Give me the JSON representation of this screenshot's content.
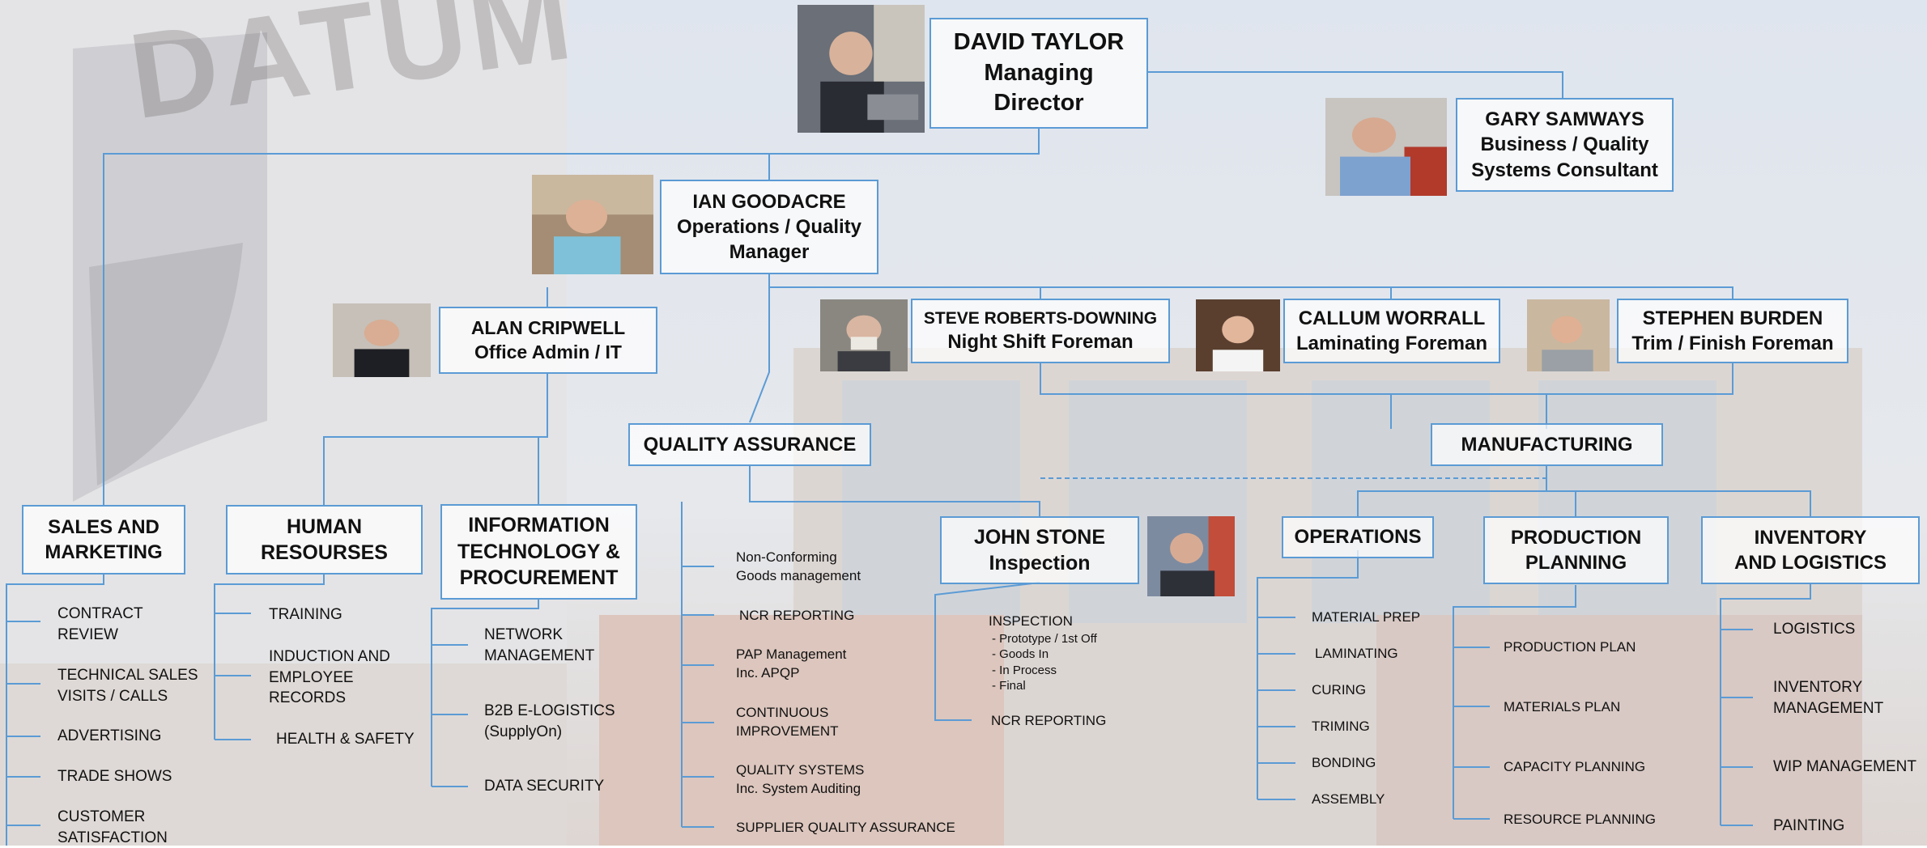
{
  "background": {
    "logo_text": "DATUM"
  },
  "people": {
    "david": {
      "name": "DAVID TAYLOR",
      "title_1": "Managing",
      "title_2": "Director"
    },
    "gary": {
      "name": "GARY SAMWAYS",
      "title_1": "Business / Quality",
      "title_2": "Systems Consultant"
    },
    "ian": {
      "name": "IAN GOODACRE",
      "title_1": "Operations / Quality",
      "title_2": "Manager"
    },
    "alan": {
      "name": "ALAN CRIPWELL",
      "title": "Office Admin / IT"
    },
    "steve": {
      "name": "STEVE ROBERTS-DOWNING",
      "title": "Night Shift Foreman"
    },
    "callum": {
      "name": "CALLUM WORRALL",
      "title": "Laminating Foreman"
    },
    "stephen": {
      "name": "STEPHEN BURDEN",
      "title": "Trim / Finish Foreman"
    },
    "john": {
      "name": "JOHN STONE",
      "title": "Inspection"
    }
  },
  "departments": {
    "quality": "QUALITY ASSURANCE",
    "manufacturing": "MANUFACTURING",
    "sales_1": "SALES AND",
    "sales_2": "MARKETING",
    "hr_1": "HUMAN",
    "hr_2": "RESOURSES",
    "it_1": "INFORMATION",
    "it_2": "TECHNOLOGY &",
    "it_3": "PROCUREMENT",
    "operations": "OPERATIONS",
    "production_1": "PRODUCTION",
    "production_2": "PLANNING",
    "inventory_1": "INVENTORY",
    "inventory_2": "AND LOGISTICS"
  },
  "lists": {
    "sales": [
      {
        "l1": "CONTRACT",
        "l2": "REVIEW"
      },
      {
        "l1": "TECHNICAL SALES",
        "l2": "VISITS / CALLS"
      },
      {
        "l1": "ADVERTISING"
      },
      {
        "l1": "TRADE SHOWS"
      },
      {
        "l1": "CUSTOMER",
        "l2": "SATISFACTION"
      }
    ],
    "hr": [
      {
        "l1": "TRAINING"
      },
      {
        "l1": "INDUCTION AND",
        "l2": "EMPLOYEE",
        "l3": "RECORDS"
      },
      {
        "l1": "HEALTH & SAFETY"
      }
    ],
    "it": [
      {
        "l1": "NETWORK",
        "l2": "MANAGEMENT"
      },
      {
        "l1": "B2B E-LOGISTICS",
        "l2": "(SupplyOn)"
      },
      {
        "l1": "DATA SECURITY"
      }
    ],
    "quality": [
      {
        "l1": "Non-Conforming",
        "l2": "Goods management"
      },
      {
        "l1": "NCR REPORTING"
      },
      {
        "l1": "PAP Management",
        "l2": "Inc. APQP"
      },
      {
        "l1": "CONTINUOUS",
        "l2": "IMPROVEMENT"
      },
      {
        "l1": "QUALITY SYSTEMS",
        "l2": "Inc. System Auditing"
      },
      {
        "l1": "SUPPLIER QUALITY ASSURANCE"
      }
    ],
    "inspection": {
      "title": "INSPECTION",
      "subs": [
        "- Prototype / 1st Off",
        "- Goods In",
        "- In Process",
        "- Final"
      ],
      "ncr": "NCR REPORTING"
    },
    "operations": [
      "MATERIAL PREP",
      "LAMINATING",
      "CURING",
      "TRIMING",
      "BONDING",
      "ASSEMBLY"
    ],
    "production": [
      "PRODUCTION PLAN",
      "MATERIALS PLAN",
      "CAPACITY PLANNING",
      "RESOURCE PLANNING"
    ],
    "inventory": [
      {
        "l1": "LOGISTICS"
      },
      {
        "l1": "INVENTORY",
        "l2": "MANAGEMENT"
      },
      {
        "l1": "WIP MANAGEMENT"
      },
      {
        "l1": "PAINTING"
      }
    ]
  },
  "colors": {
    "line": "#5b9bd5",
    "box_border": "#5b9bd5"
  }
}
